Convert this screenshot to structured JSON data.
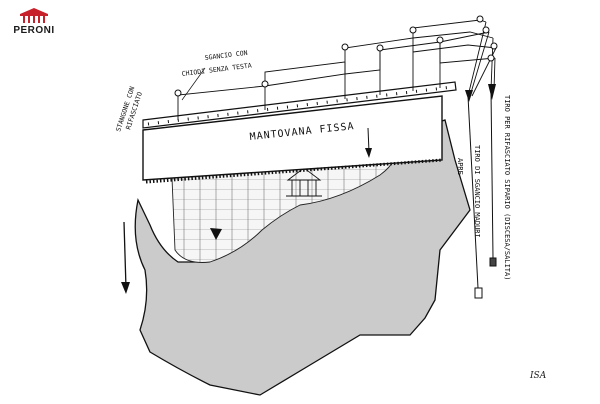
{
  "logo": {
    "text": "PERONI",
    "accent": "#c8202a"
  },
  "labels": {
    "sgancio_line1": "SGANCIO CON",
    "sgancio_line2": "CHIODI SENZA TESTA",
    "stangone_line1": "STANGONE CON",
    "stangone_line2": "RIFASCIATO",
    "mantovana": "MANTOVANA FISSA",
    "apre": "APRE",
    "tiro_sgancio": "TIRO DI SGANCIO MADURI",
    "tiro_rifascio": "TIRO PER RIFASCIATO SIPARIO (DISCESA/SALITA)"
  },
  "signature": "ISA"
}
